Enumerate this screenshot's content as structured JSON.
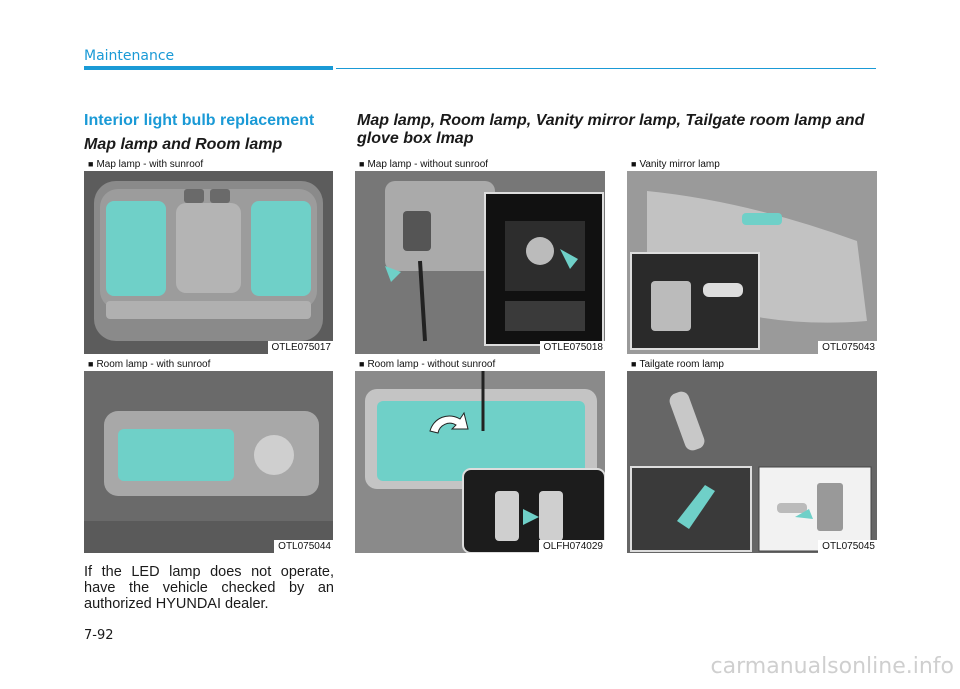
{
  "header": {
    "section": "Maintenance"
  },
  "left": {
    "heading": "Interior light bulb replacement",
    "subheading": "Map lamp and Room lamp",
    "body": "If the LED lamp does not operate, have the vehicle checked by an authorized HYUNDAI dealer."
  },
  "right": {
    "subheading": "Map lamp, Room lamp, Vanity mirror lamp, Tailgate room lamp and glove box lmap"
  },
  "panels": {
    "map_sunroof": {
      "caption": "Map lamp - with sunroof",
      "code": "OTLE075017"
    },
    "room_sunroof": {
      "caption": "Room lamp - with sunroof",
      "code": "OTL075044"
    },
    "map_no_sunroof": {
      "caption": "Map lamp - without sunroof",
      "code": "OTLE075018"
    },
    "room_no_sunroof": {
      "caption": "Room lamp - without sunroof",
      "code": "OLFH074029"
    },
    "vanity": {
      "caption": "Vanity mirror lamp",
      "code": "OTL075043"
    },
    "tailgate": {
      "caption": "Tailgate room lamp",
      "code": "OTL075045"
    }
  },
  "bullet": "■",
  "page_number": "7-92",
  "watermark": "carmanualsonline.info",
  "colors": {
    "accent": "#1a9ad6",
    "lamp": "#6fd0c8"
  }
}
